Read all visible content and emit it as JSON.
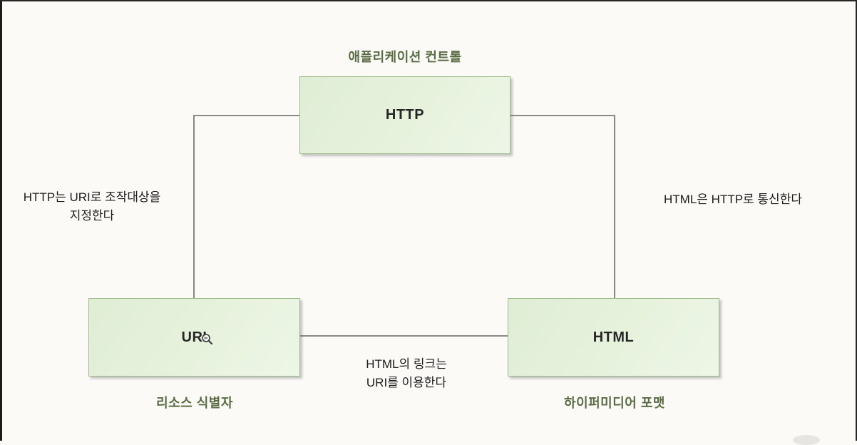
{
  "diagram": {
    "nodes": [
      {
        "id": "http",
        "label": "HTTP",
        "caption": "애플리케이션 컨트롤"
      },
      {
        "id": "uri",
        "label": "URI",
        "caption": "리소스 식별자"
      },
      {
        "id": "html",
        "label": "HTML",
        "caption": "하이퍼미디어 포맷"
      }
    ],
    "edges": [
      {
        "id": "http-uri",
        "lines": [
          "HTTP는 URI로 조작대상을",
          "지정한다"
        ]
      },
      {
        "id": "html-http",
        "lines": [
          "HTML은 HTTP로 통신한다"
        ]
      },
      {
        "id": "html-uri",
        "lines": [
          "HTML의 링크는",
          "URI를 이용한다"
        ]
      }
    ],
    "icons": [
      {
        "id": "magnifier-cursor",
        "meaning": "zoom cursor next to URI"
      }
    ],
    "colors": {
      "background": "#fbfaf7",
      "node_fill_light": "#eef6e7",
      "node_fill_dark": "#e0edd5",
      "node_border": "#9dba88",
      "node_text": "#262626",
      "caption_text": "#5a6c44",
      "edge_line": "#7a7a7a",
      "edge_label_text": "#1c1c1c",
      "frame_edge": "#1b1b1b"
    }
  }
}
